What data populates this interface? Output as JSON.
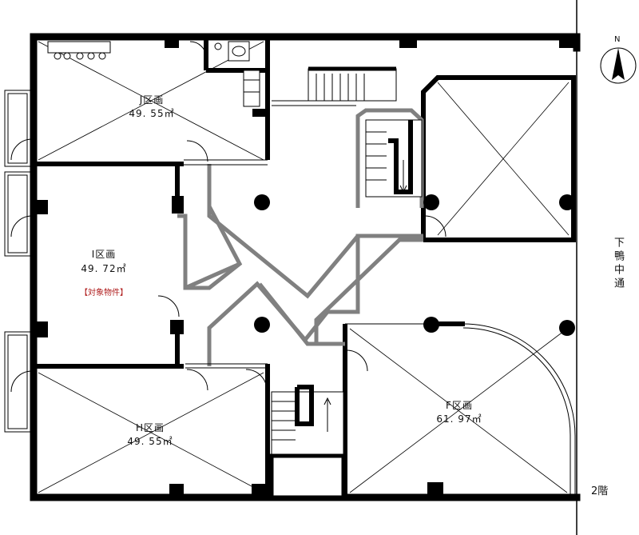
{
  "floor_label": "2階",
  "street_label": "下鴨中通",
  "north_label": "N",
  "units": [
    {
      "id": "J",
      "name": "J区画",
      "area": "49. 55㎡"
    },
    {
      "id": "I",
      "name": "I区画",
      "area": "49. 72㎡",
      "note": "【対象物件】"
    },
    {
      "id": "H",
      "name": "H区画",
      "area": "49. 55㎡"
    },
    {
      "id": "F",
      "name": "F区画",
      "area": "61. 97㎡"
    }
  ],
  "colors": {
    "wall": "#000000",
    "corridor": "#808080",
    "highlight_text": "#b01e1e"
  }
}
